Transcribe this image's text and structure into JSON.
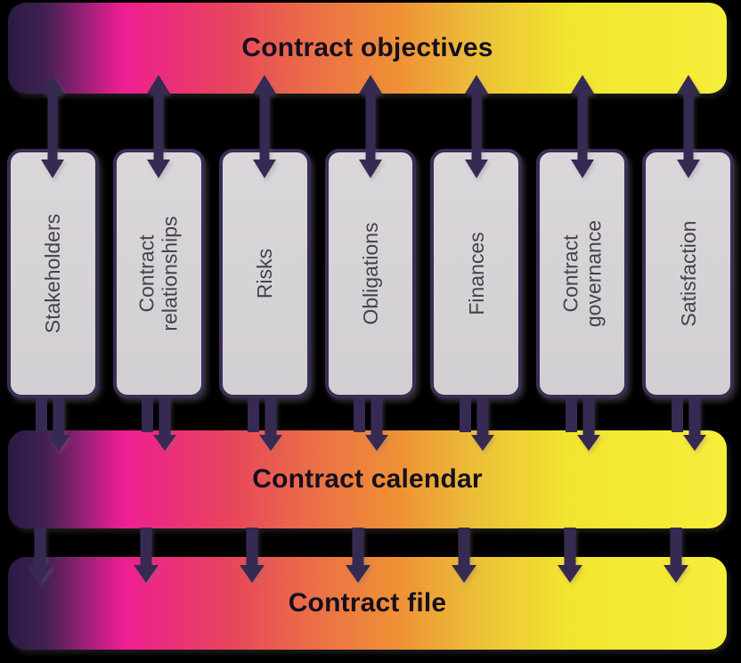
{
  "diagram": {
    "top_bar": {
      "label": "Contract objectives"
    },
    "boxes": [
      {
        "label": "Stakeholders"
      },
      {
        "label": "Contract relationships"
      },
      {
        "label": "Risks"
      },
      {
        "label": "Obligations"
      },
      {
        "label": "Finances"
      },
      {
        "label": "Contract governance"
      },
      {
        "label": "Satisfaction"
      }
    ],
    "calendar_bar": {
      "label": "Contract calendar"
    },
    "file_bar": {
      "label": "Contract file"
    },
    "colors": {
      "background": "#000000",
      "arrow": "#372a52",
      "box_fill": "#d6d3d6",
      "box_border": "#3b2c55",
      "box_label": "#46424a",
      "bar_title": "#15101e",
      "gradient": [
        "#2a1a44",
        "#ee1e92",
        "#e8425f",
        "#ef9036",
        "#f2e52f",
        "#f5ee3a"
      ]
    }
  }
}
